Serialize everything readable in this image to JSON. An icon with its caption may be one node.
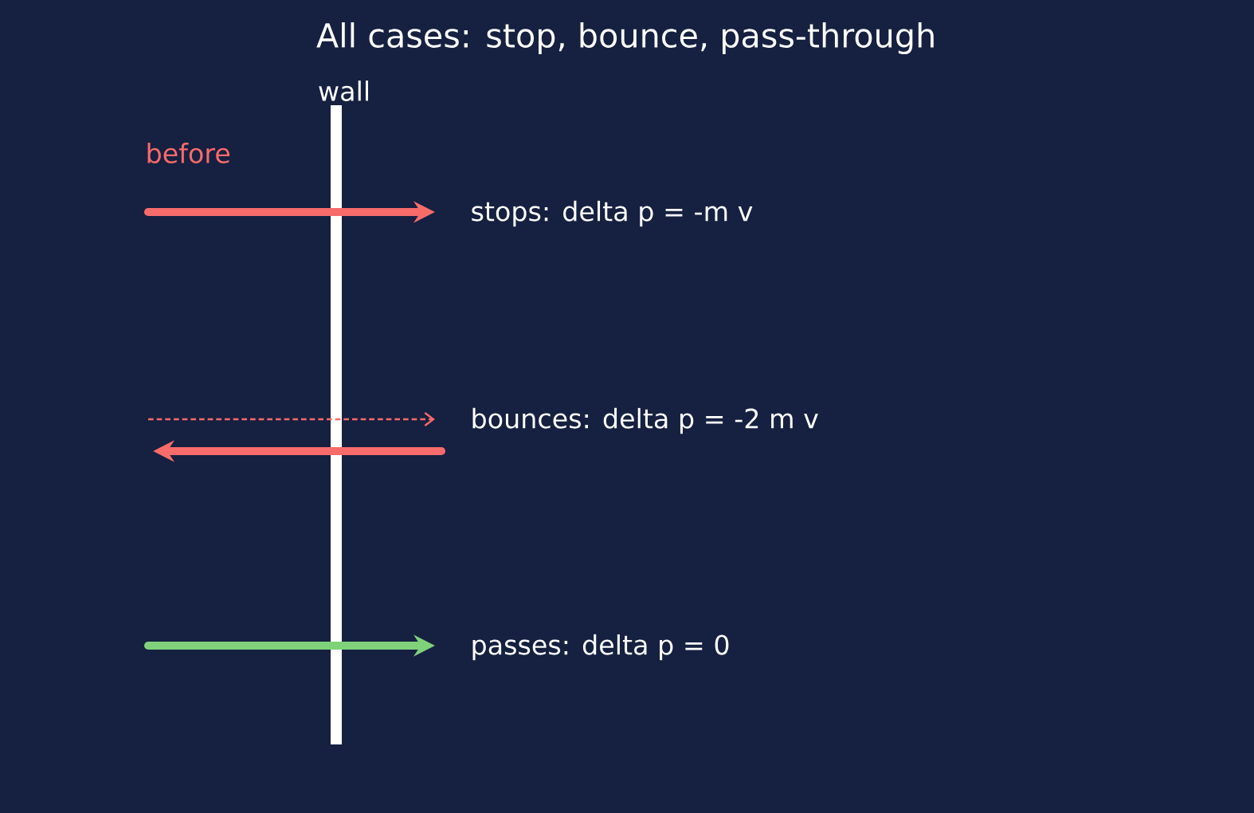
{
  "diagram": {
    "title": "All cases: stop, bounce, pass-through",
    "labels": [
      "wall",
      "before",
      "stops: delta p = -m v",
      "bounces: delta p = -2 m v",
      "passes: delta p = 0"
    ]
  }
}
